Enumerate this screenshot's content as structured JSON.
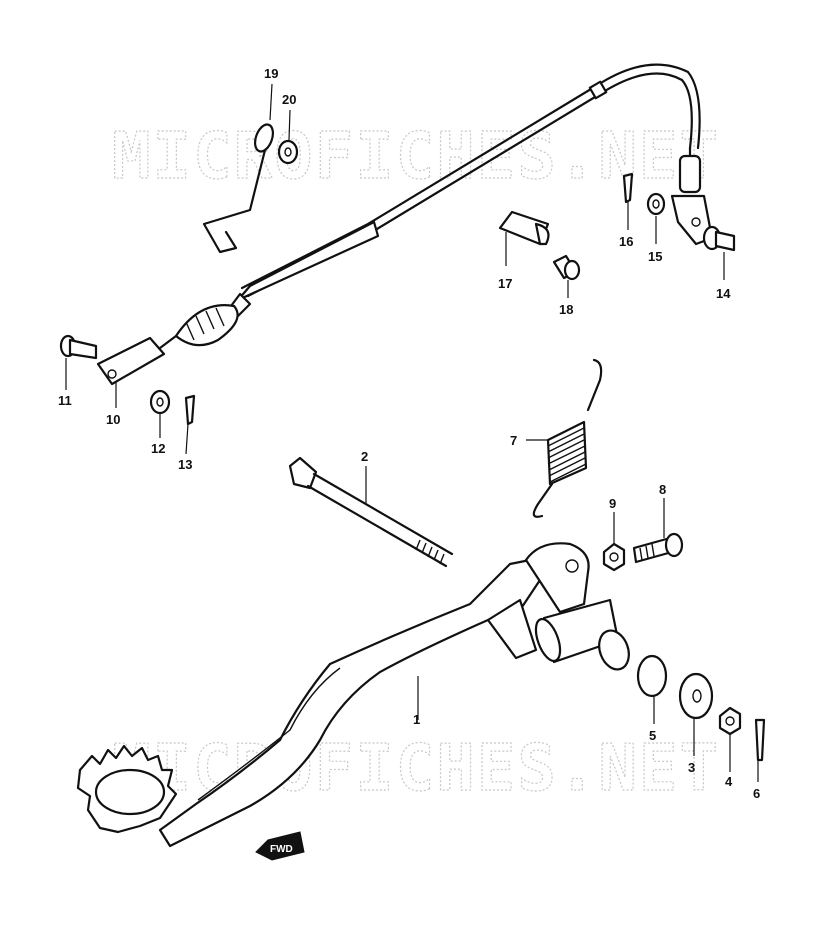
{
  "watermark": "MICROFICHES.NET",
  "fwd_badge": "FWD",
  "callouts": [
    "1",
    "2",
    "3",
    "4",
    "5",
    "6",
    "7",
    "8",
    "9",
    "10",
    "11",
    "12",
    "13",
    "14",
    "15",
    "16",
    "17",
    "18",
    "19",
    "20"
  ]
}
